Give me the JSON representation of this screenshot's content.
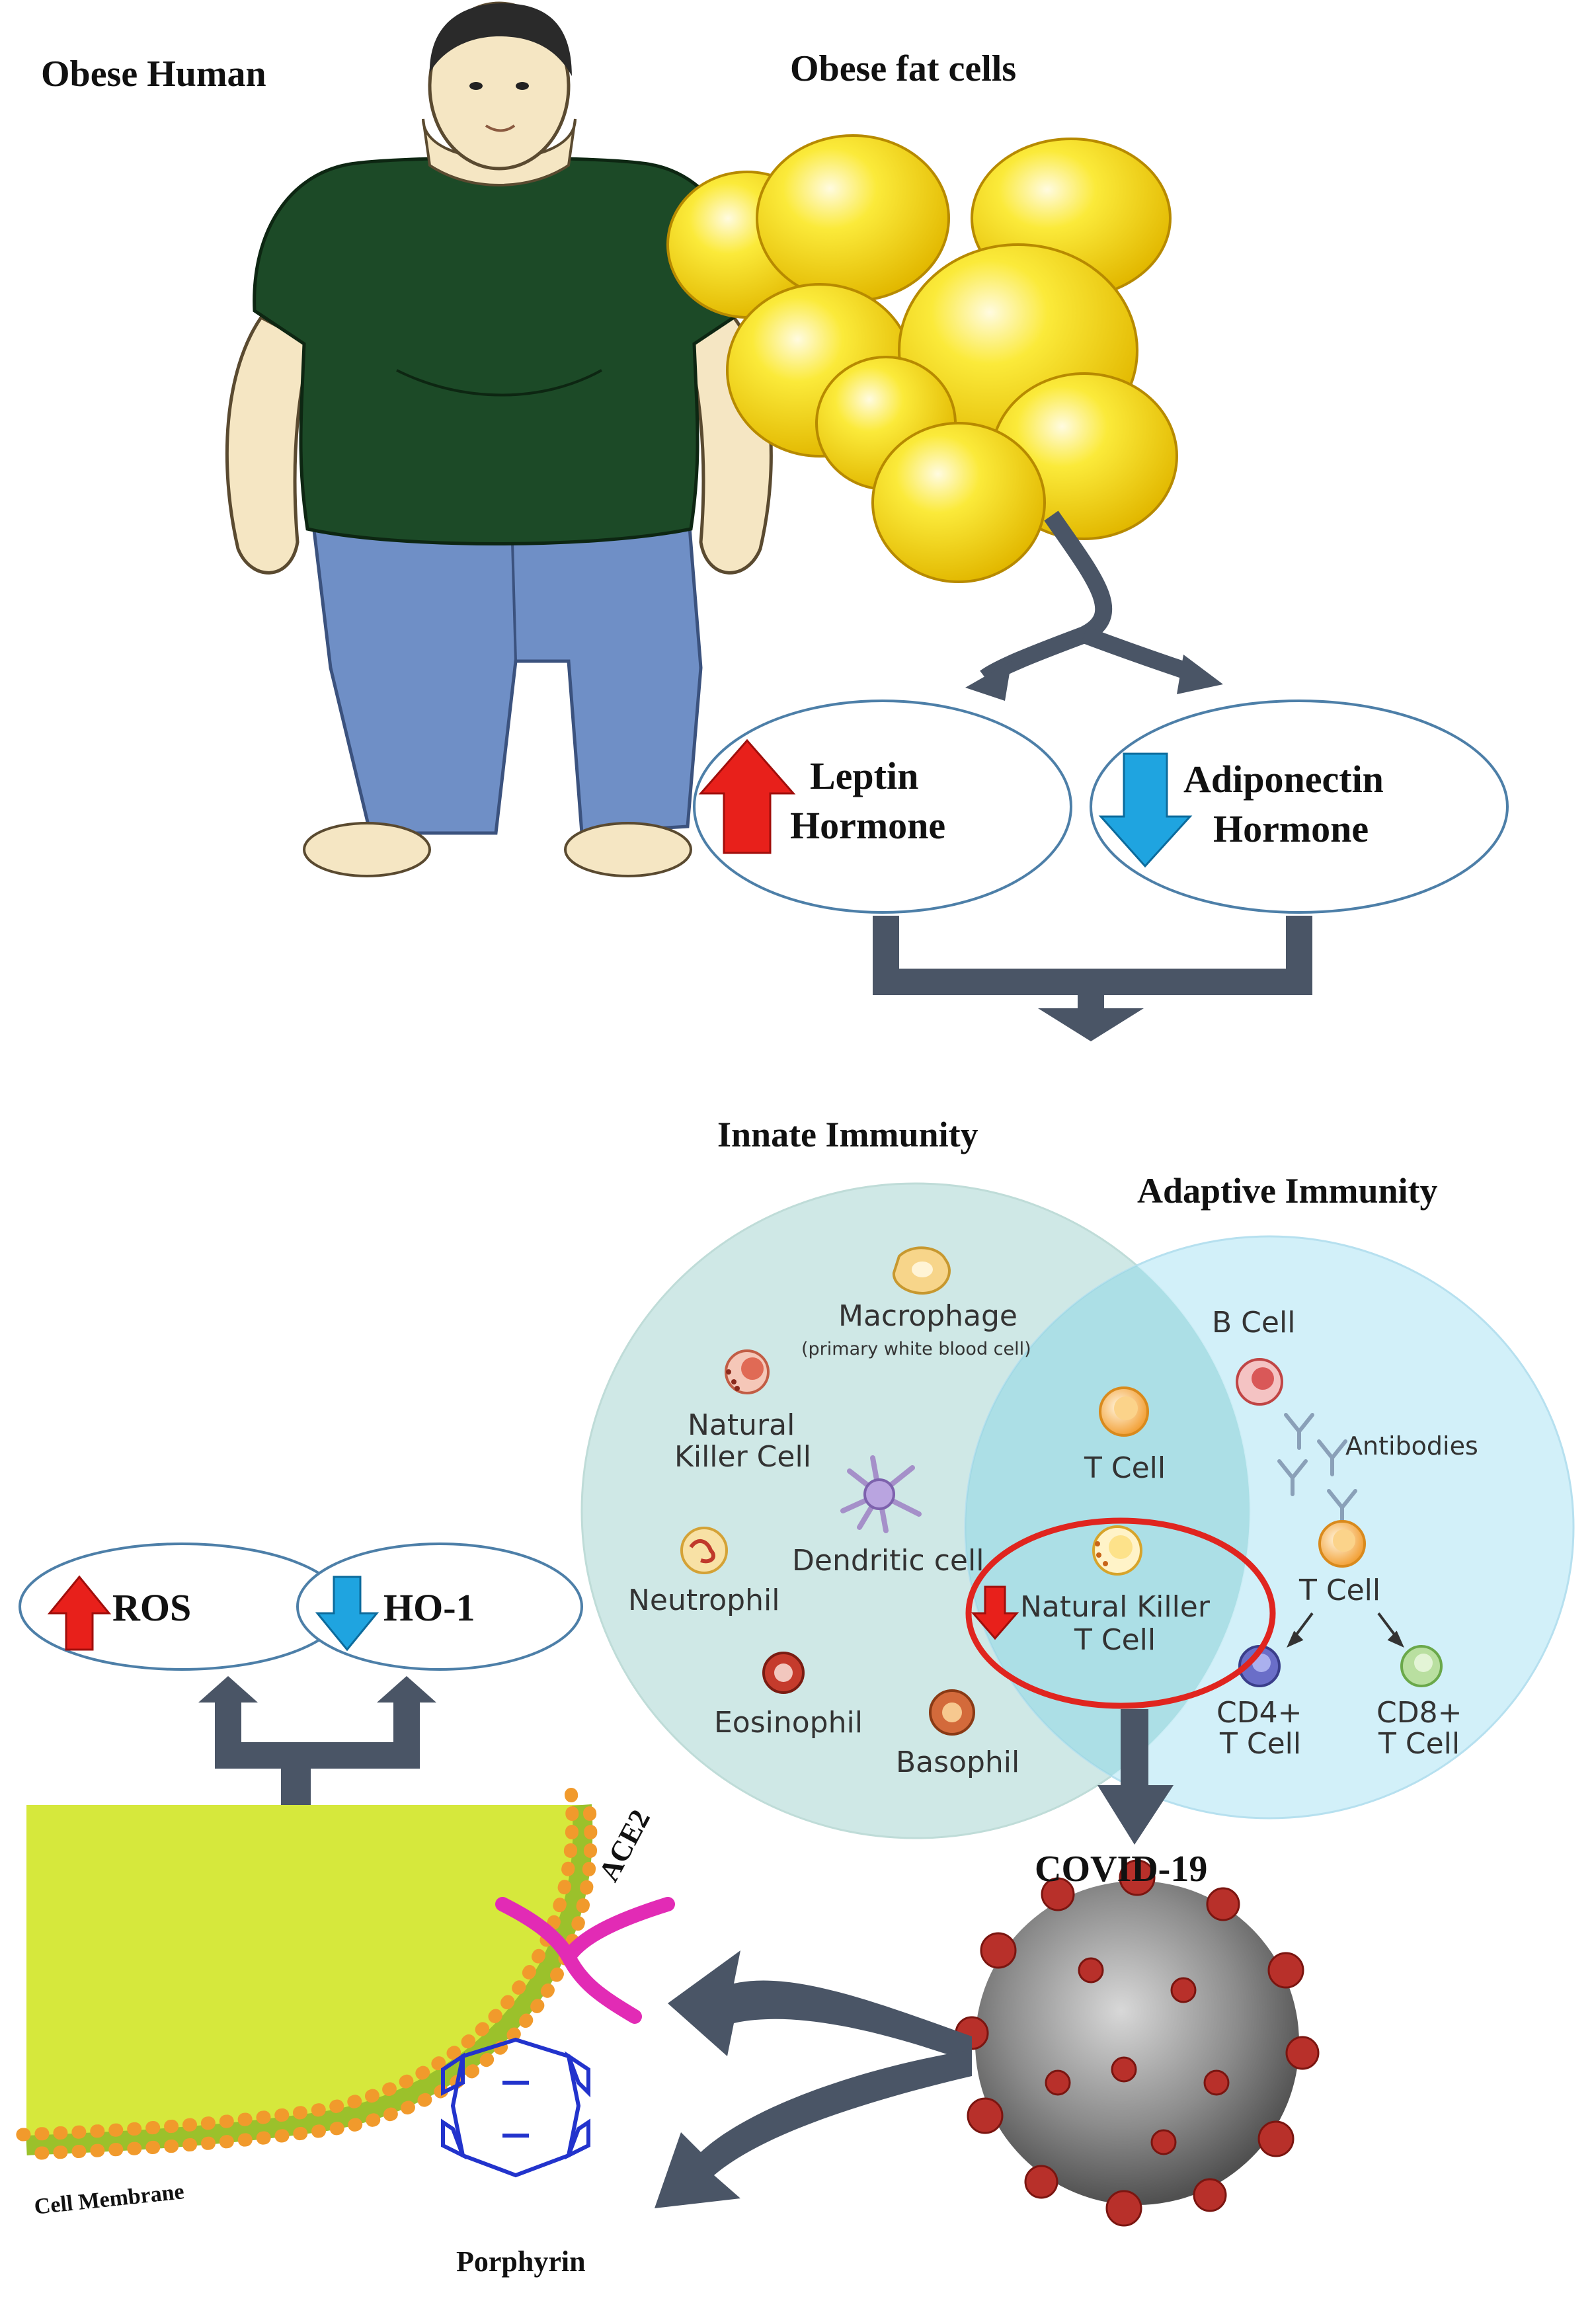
{
  "top": {
    "obese_human_label": "Obese Human",
    "fat_cells_label": "Obese fat cells"
  },
  "hormones": {
    "leptin_line1": "Leptin",
    "leptin_line2": "Hormone",
    "adiponectin_line1": "Adiponectin",
    "adiponectin_line2": "Hormone"
  },
  "immunity": {
    "innate_title": "Innate Immunity",
    "adaptive_title": "Adaptive Immunity",
    "macrophage": "Macrophage",
    "macrophage_note": "(primary white blood cell)",
    "nk_cell_line1": "Natural",
    "nk_cell_line2": "Killer Cell",
    "dendritic": "Dendritic cell",
    "neutrophil": "Neutrophil",
    "eosinophil": "Eosinophil",
    "basophil": "Basophil",
    "t_cell_overlap": "T Cell",
    "nkt_line1": "Natural Killer",
    "nkt_line2": "T Cell",
    "b_cell": "B Cell",
    "antibodies": "Antibodies",
    "t_cell_adaptive": "T Cell",
    "cd4_line1": "CD4+",
    "cd4_line2": "T Cell",
    "cd8_line1": "CD8+",
    "cd8_line2": "T Cell"
  },
  "stress": {
    "ros": "ROS",
    "ho1": "HO-1"
  },
  "bottom": {
    "covid": "COVID-19",
    "ace2": "ACE2",
    "cell_membrane": "Cell Membrane",
    "porphyrin": "Porphyrin"
  },
  "colors": {
    "arrow_dark": "#4a5566",
    "up_red": "#e8201b",
    "down_blue": "#1fa4e0",
    "innate_circle": "#cfe8e6",
    "adaptive_circle": "#cdeef8",
    "highlight_red": "#e0251f",
    "fat_yellow": "#f4e21a",
    "shirt_green": "#1c4a27",
    "jeans_blue": "#6f8fc6",
    "cell_body": "#d6e83c",
    "lipid_orange": "#f19a2c",
    "ace2_magenta": "#e22bb5",
    "porphyrin_blue": "#2233cc",
    "virus_red": "#b8302a"
  }
}
